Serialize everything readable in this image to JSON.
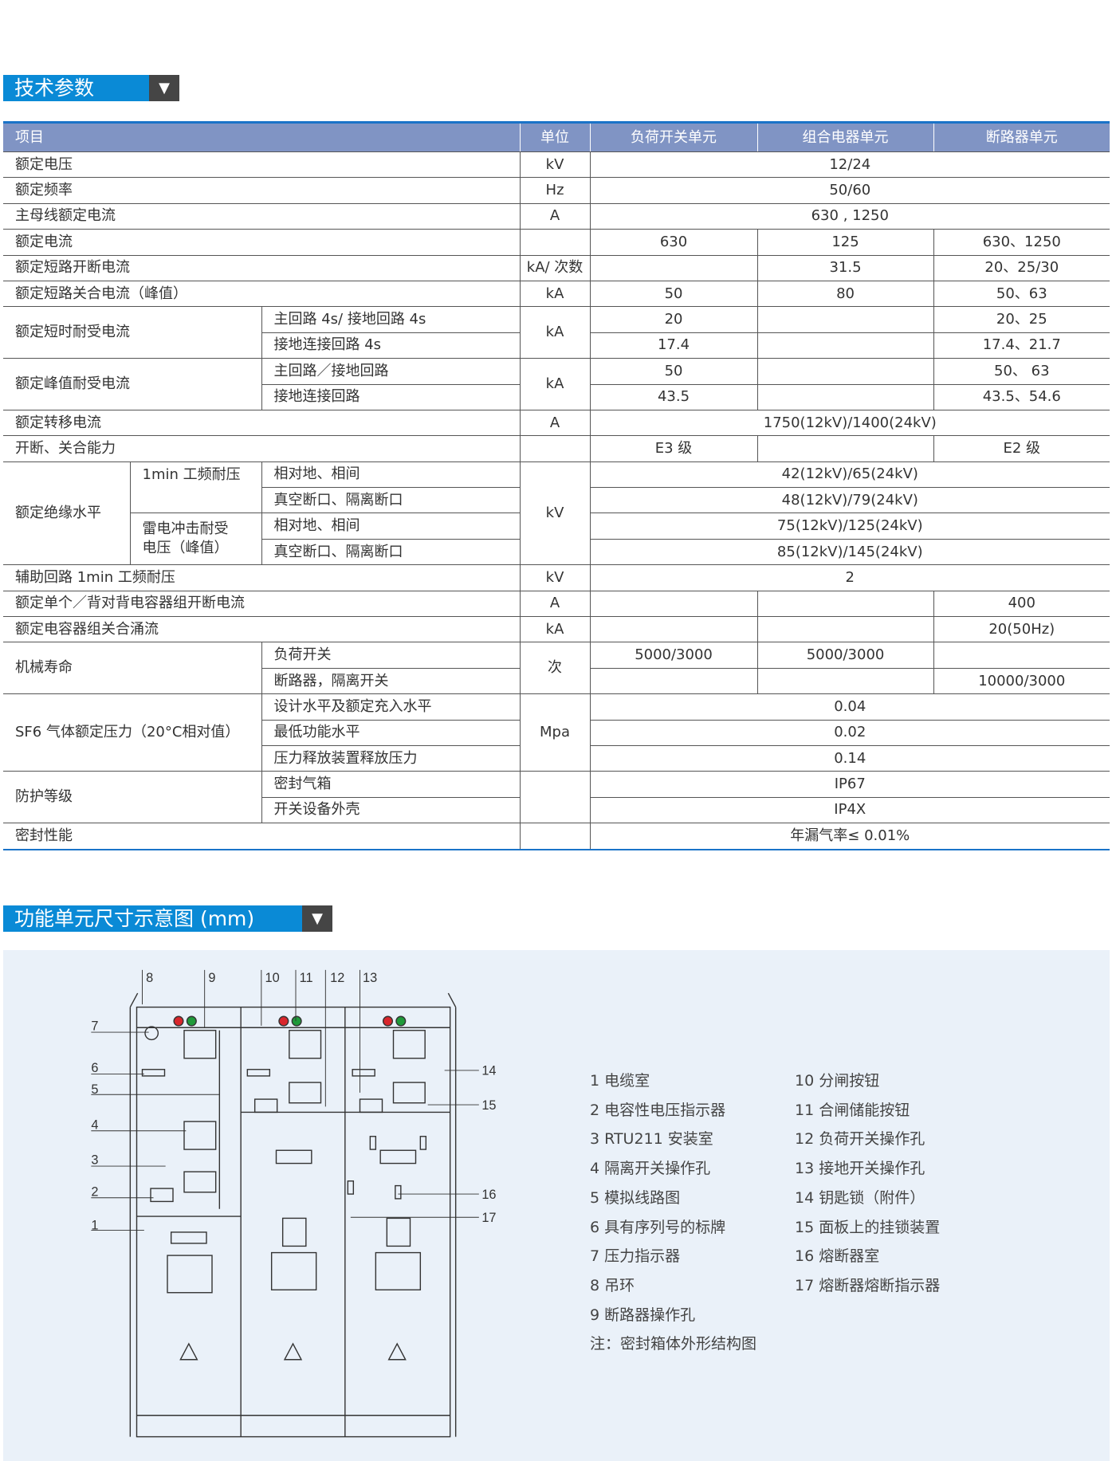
{
  "section1": {
    "title": "技术参数",
    "toggle_icon": "triangle-down"
  },
  "section2": {
    "title": "功能单元尺寸示意图 (mm)",
    "toggle_icon": "triangle-down"
  },
  "table": {
    "headers": [
      "项目",
      "单位",
      "负荷开关单元",
      "组合电器单元",
      "断路器单元"
    ],
    "rows": [
      [
        "额定电压",
        "kV",
        "12/24"
      ],
      [
        "额定频率",
        "Hz",
        "50/60"
      ],
      [
        "主母线额定电流",
        "A",
        "630 , 1250"
      ],
      [
        "额定电流",
        "630",
        "125",
        "630、1250"
      ],
      [
        "额定短路开断电流",
        "kA/ 次数",
        "31.5",
        "20、25/30"
      ],
      [
        "额定短路关合电流（峰值）",
        "kA",
        "50",
        "80",
        "50、63"
      ],
      [
        "额定短时耐受电流",
        "主回路 4s/ 接地回路 4s",
        "kA",
        "20",
        "20、25"
      ],
      [
        "接地连接回路 4s",
        "17.4",
        "17.4、21.7"
      ],
      [
        "额定峰值耐受电流",
        "主回路／接地回路",
        "kA",
        "50",
        "50、 63"
      ],
      [
        "接地连接回路",
        "43.5",
        "43.5、54.6"
      ],
      [
        "额定转移电流",
        "A",
        "1750(12kV)/1400(24kV)"
      ],
      [
        "开断、关合能力",
        "E3 级",
        "E2 级"
      ],
      [
        "额定绝缘水平",
        "1min 工频耐压",
        "相对地、相间",
        "kV",
        "42(12kV)/65(24kV)"
      ],
      [
        "真空断口、隔离断口",
        "48(12kV)/79(24kV)"
      ],
      [
        "雷电冲击耐受电压（峰值）",
        "相对地、相间",
        "75(12kV)/125(24kV)"
      ],
      [
        "真空断口、隔离断口",
        "85(12kV)/145(24kV)"
      ],
      [
        "辅助回路 1min 工频耐压",
        "kV",
        "2"
      ],
      [
        "额定单个／背对背电容器组开断电流",
        "A",
        "400"
      ],
      [
        "额定电容器组关合涌流",
        "kA",
        "20(50Hz)"
      ],
      [
        "机械寿命",
        "负荷开关",
        "次",
        "5000/3000",
        "5000/3000"
      ],
      [
        "断路器，隔离开关",
        "10000/3000"
      ],
      [
        "SF6 气体额定压力（20°C相对值）",
        "设计水平及额定充入水平",
        "Mpa",
        "0.04"
      ],
      [
        "最低功能水平",
        "0.02"
      ],
      [
        "压力释放装置释放压力",
        "0.14"
      ],
      [
        "防护等级",
        "密封气箱",
        "IP67"
      ],
      [
        "开关设备外壳",
        "IP4X"
      ],
      [
        "密封性能",
        "年漏气率≤ 0.01%"
      ]
    ]
  },
  "diagram": {
    "callouts": [
      "1",
      "2",
      "3",
      "4",
      "5",
      "6",
      "7",
      "8",
      "9",
      "10",
      "11",
      "12",
      "13",
      "14",
      "15",
      "16",
      "17"
    ],
    "legend_col1": [
      "1 电缆室",
      "2 电容性电压指示器",
      "3 RTU211 安装室",
      "4 隔离开关操作孔",
      "5 模拟线路图",
      "6 具有序列号的标牌",
      "7 压力指示器",
      "8 吊环",
      "9 断路器操作孔",
      "注：密封箱体外形结构图"
    ],
    "legend_col2": [
      "10 分闸按钮",
      "11 合闸储能按钮",
      "12 负荷开关操作孔",
      "13 接地开关操作孔",
      "14 钥匙锁（附件）",
      "15 面板上的挂锁装置",
      "16 熔断器室",
      "17 熔断器熔断指示器"
    ],
    "colors": {
      "open_button": "#d9262c",
      "close_button": "#1f9a3a"
    }
  }
}
